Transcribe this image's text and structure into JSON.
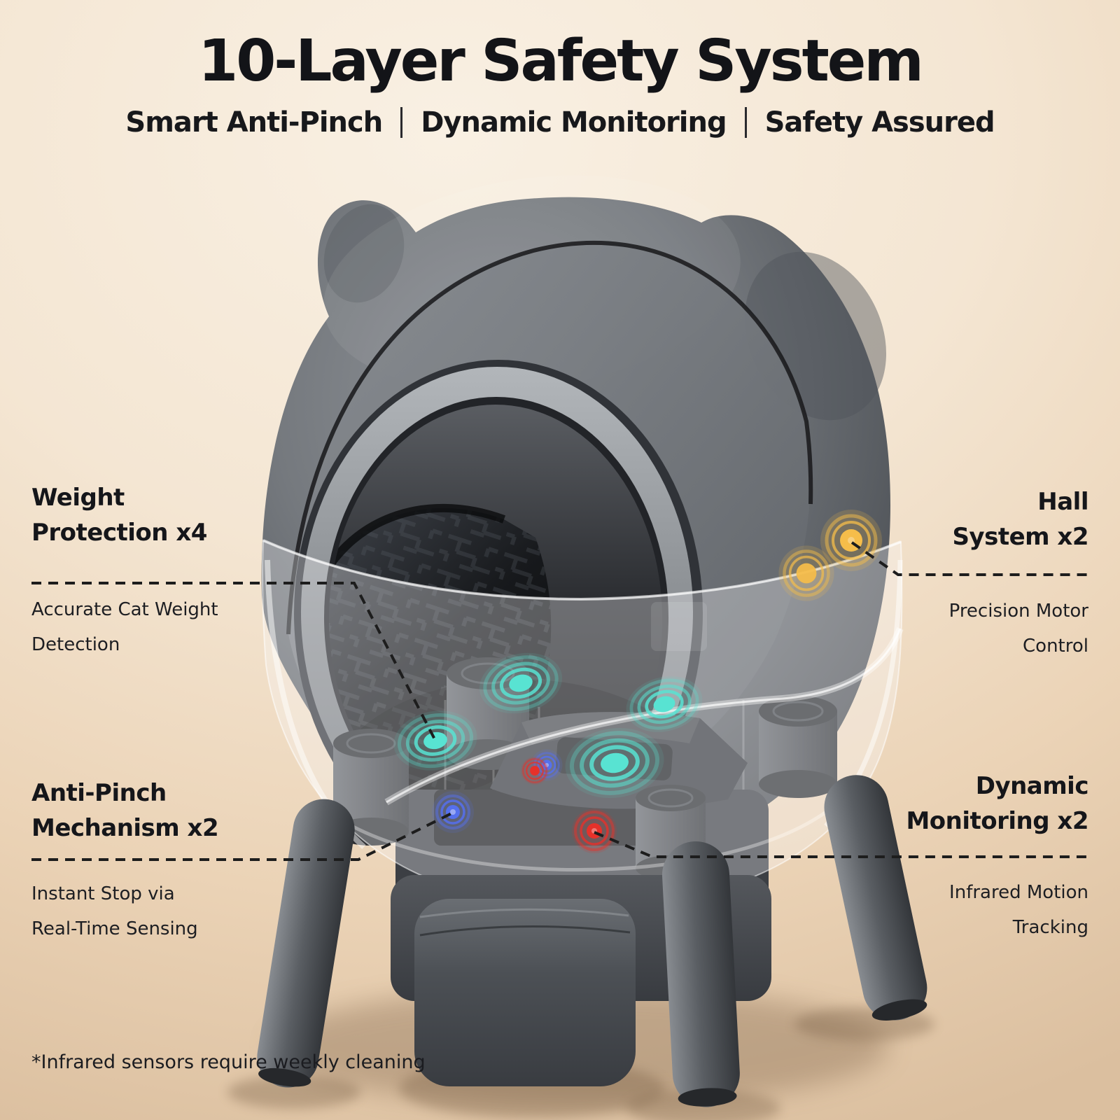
{
  "header": {
    "title": "10-Layer Safety System",
    "subtitle": [
      "Smart Anti-Pinch",
      "Dynamic Monitoring",
      "Safety Assured"
    ]
  },
  "callouts": {
    "weight_protection": {
      "title": "Weight\nProtection x4",
      "description": "Accurate Cat Weight\nDetection"
    },
    "anti_pinch": {
      "title": "Anti-Pinch\nMechanism x2",
      "description": "Instant Stop via\nReal-Time Sensing"
    },
    "hall_system": {
      "title": "Hall\nSystem x2",
      "description": "Precision Motor\nControl"
    },
    "dynamic_monitoring": {
      "title": "Dynamic\nMonitoring x2",
      "description": "Infrared Motion\nTracking"
    }
  },
  "footnote": "*Infrared sensors require weekly cleaning",
  "colors": {
    "weight_sensor": "#58e3d2",
    "anti_pinch_sensor": "#5570ee",
    "infrared_sensor": "#e6312a",
    "hall_sensor": "#f6bd4a",
    "connector_line": "#1d1d1d"
  }
}
